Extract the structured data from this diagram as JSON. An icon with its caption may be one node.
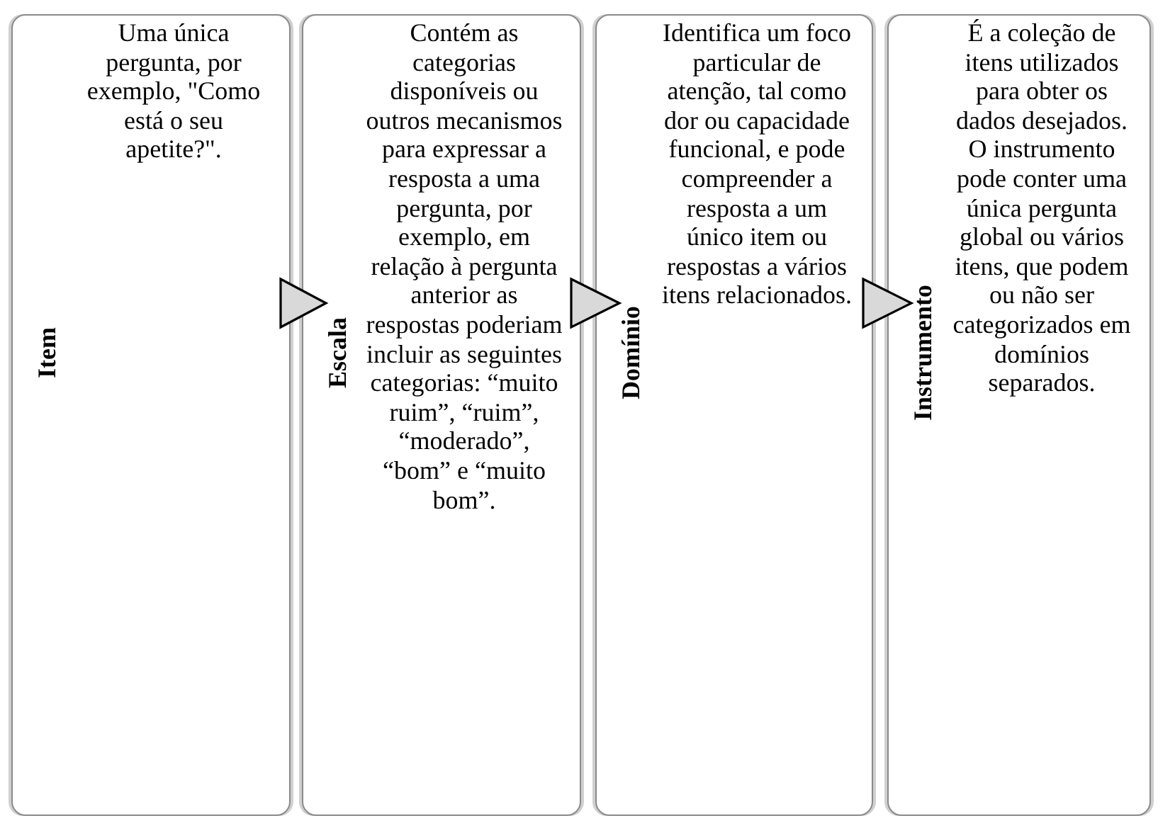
{
  "diagram": {
    "nodes": [
      {
        "text": [
          "Item",
          "Uma única pergunta, por exemplo, \"Como está o seu apetite?\"."
        ]
      },
      {
        "text": [
          "Escala",
          "Contém as categorias disponíveis ou outros mecanismos para expressar a resposta a uma pergunta, por exemplo, em relação à pergunta anterior as respostas poderiam incluir as seguintes categorias: “muito ruim”, “ruim”, “moderado”, “bom” e “muito bom”."
        ]
      },
      {
        "text": [
          "Domínio",
          "Identifica um foco particular de atenção, tal como dor ou capacidade funcional, e pode compreender a resposta a um único item ou respostas a vários itens relacionados."
        ]
      },
      {
        "text": [
          "Instrumento",
          "É a coleção de itens utilizados para obter os dados desejados. O instrumento pode conter uma única pergunta global ou vários itens, que podem ou não ser categorizados em domínios separados."
        ]
      }
    ],
    "edges": [
      {
        "from": 0,
        "to": 1,
        "arrow": "to"
      },
      {
        "from": 1,
        "to": 2,
        "arrow": "to"
      },
      {
        "from": 2,
        "to": 3,
        "arrow": "to"
      }
    ]
  }
}
